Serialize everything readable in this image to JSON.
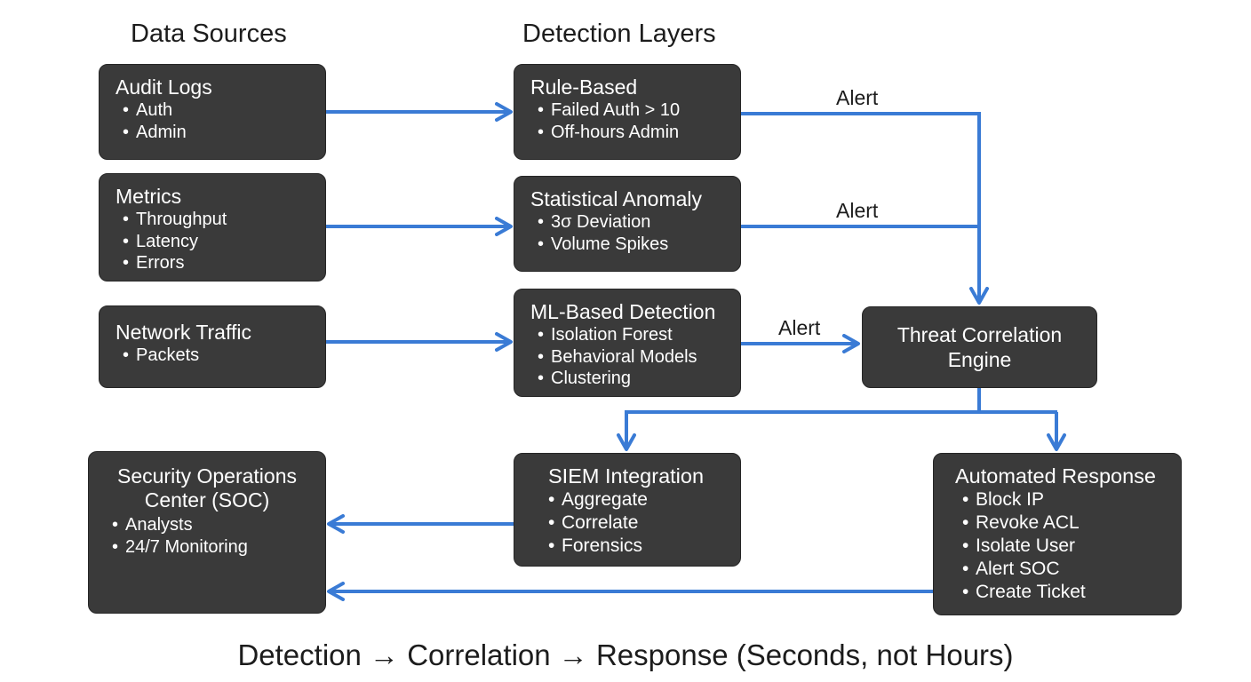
{
  "headers": {
    "sources": "Data Sources",
    "layers": "Detection Layers"
  },
  "nodes": {
    "audit_logs": {
      "title": "Audit Logs",
      "items": [
        "Auth",
        "Admin"
      ]
    },
    "metrics": {
      "title": "Metrics",
      "items": [
        "Throughput",
        "Latency",
        "Errors"
      ]
    },
    "network_traffic": {
      "title": "Network Traffic",
      "items": [
        "Packets"
      ]
    },
    "rule_based": {
      "title": "Rule-Based",
      "items": [
        "Failed Auth > 10",
        "Off-hours Admin"
      ]
    },
    "statistical": {
      "title": "Statistical Anomaly",
      "items": [
        "3σ Deviation",
        "Volume Spikes"
      ]
    },
    "ml_based": {
      "title": "ML-Based Detection",
      "items": [
        "Isolation Forest",
        "Behavioral Models",
        "Clustering"
      ]
    },
    "threat_engine": {
      "title": "Threat Correlation Engine"
    },
    "siem": {
      "title": "SIEM Integration",
      "items": [
        "Aggregate",
        "Correlate",
        "Forensics"
      ]
    },
    "soc": {
      "title": "Security Operations Center (SOC)",
      "items": [
        "Analysts",
        "24/7 Monitoring"
      ]
    },
    "automated_response": {
      "title": "Automated Response",
      "items": [
        "Block IP",
        "Revoke ACL",
        "Isolate User",
        "Alert SOC",
        "Create Ticket"
      ]
    }
  },
  "edge_labels": {
    "rule_alert": "Alert",
    "stat_alert": "Alert",
    "ml_alert": "Alert"
  },
  "footer": "Detection → Correlation → Response (Seconds, not Hours)",
  "colors": {
    "arrow": "#3a7bd5",
    "node_fill": "#3a3a3a",
    "node_text": "#ffffff",
    "background": "#ffffff"
  }
}
